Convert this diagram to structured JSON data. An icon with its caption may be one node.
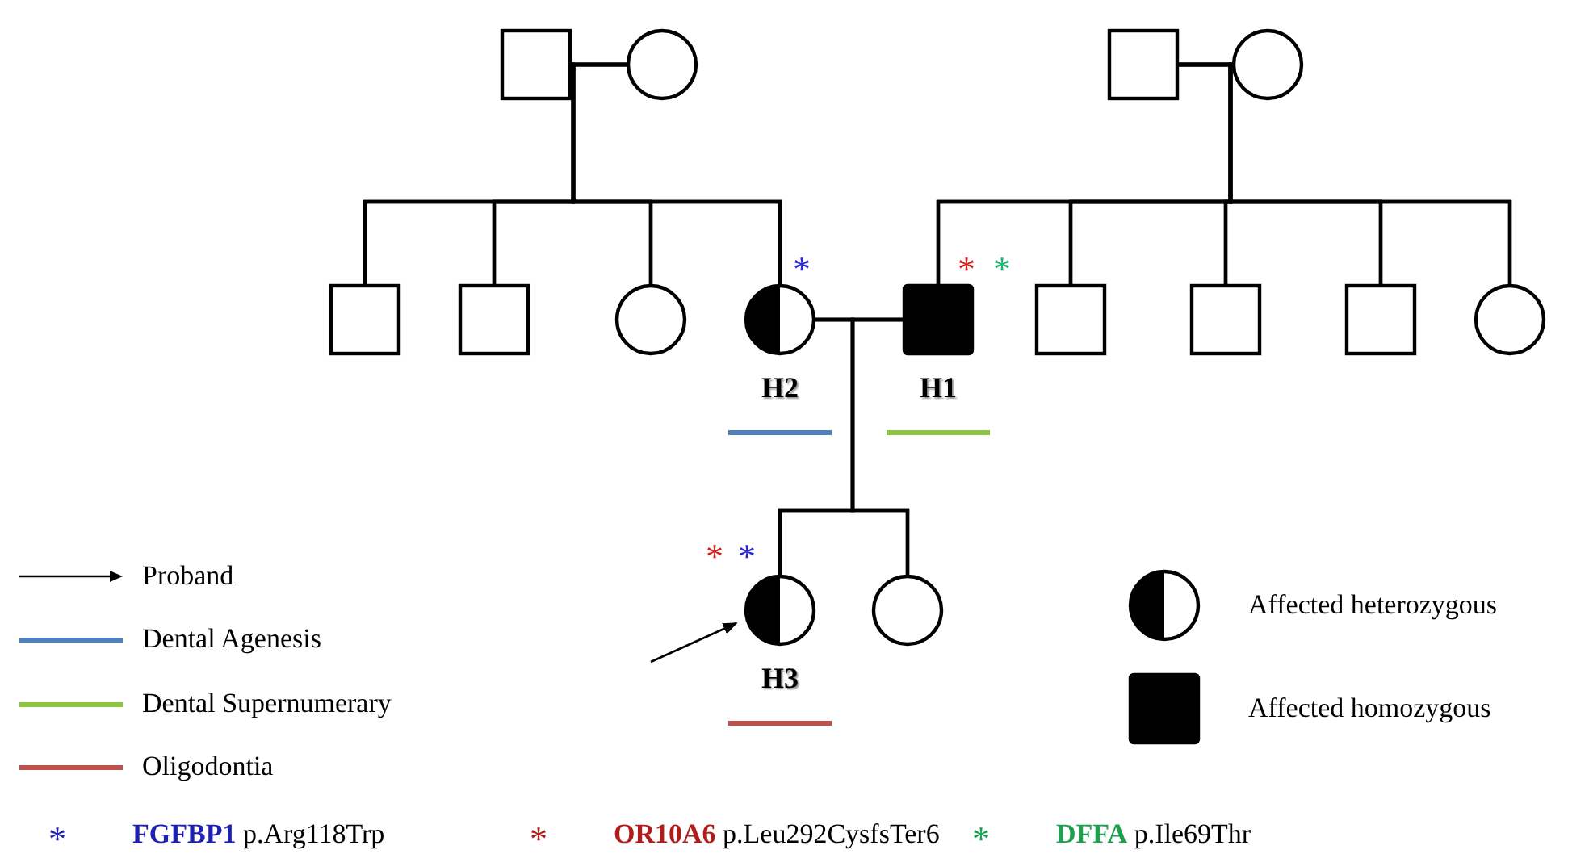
{
  "diagram": {
    "nodes": [
      {
        "text": [],
        "shape": "box"
      },
      {
        "text": [],
        "shape": "circle"
      },
      {
        "text": [],
        "shape": "box"
      },
      {
        "text": [],
        "shape": "circle"
      },
      {
        "text": [],
        "shape": "box"
      },
      {
        "text": [],
        "shape": "box"
      },
      {
        "text": [],
        "shape": "circle"
      },
      {
        "text": [
          "H2"
        ],
        "beside": [
          "*"
        ]
      },
      {
        "text": [
          "H1"
        ],
        "beside": [
          "*",
          "*"
        ]
      },
      {
        "text": [],
        "shape": "box"
      },
      {
        "text": [],
        "shape": "box"
      },
      {
        "text": [],
        "shape": "box"
      },
      {
        "text": [],
        "shape": "circle"
      },
      {
        "text": [
          "H3"
        ],
        "beside": [
          "*",
          "*"
        ]
      },
      {
        "text": [],
        "shape": "circle"
      },
      {
        "text": [
          "Affected heterozygous"
        ]
      },
      {
        "text": [
          "Affected homozygous"
        ]
      }
    ],
    "edges": [
      {
        "from": 0,
        "to": 1,
        "arrow": "none"
      },
      {
        "from": 0,
        "to": 4,
        "arrow": "none"
      },
      {
        "from": 1,
        "to": 4,
        "arrow": "none"
      },
      {
        "from": 0,
        "to": 5,
        "arrow": "none"
      },
      {
        "from": 1,
        "to": 5,
        "arrow": "none"
      },
      {
        "from": 0,
        "to": 6,
        "arrow": "none"
      },
      {
        "from": 1,
        "to": 6,
        "arrow": "none"
      },
      {
        "from": 0,
        "to": 7,
        "arrow": "none"
      },
      {
        "from": 1,
        "to": 7,
        "arrow": "none"
      },
      {
        "from": 2,
        "to": 3,
        "arrow": "none"
      },
      {
        "from": 2,
        "to": 8,
        "arrow": "none"
      },
      {
        "from": 3,
        "to": 8,
        "arrow": "none"
      },
      {
        "from": 2,
        "to": 9,
        "arrow": "none"
      },
      {
        "from": 3,
        "to": 9,
        "arrow": "none"
      },
      {
        "from": 2,
        "to": 10,
        "arrow": "none"
      },
      {
        "from": 3,
        "to": 10,
        "arrow": "none"
      },
      {
        "from": 2,
        "to": 11,
        "arrow": "none"
      },
      {
        "from": 3,
        "to": 11,
        "arrow": "none"
      },
      {
        "from": 2,
        "to": 12,
        "arrow": "none"
      },
      {
        "from": 3,
        "to": 12,
        "arrow": "none"
      },
      {
        "from": 7,
        "to": 8,
        "arrow": "none"
      },
      {
        "from": 7,
        "to": 13,
        "arrow": "none"
      },
      {
        "from": 8,
        "to": 13,
        "arrow": "none"
      },
      {
        "from": 7,
        "to": 14,
        "arrow": "none"
      },
      {
        "from": 8,
        "to": 14,
        "arrow": "none"
      },
      {
        "from": null,
        "to": 13,
        "arrow": "to"
      }
    ],
    "legend": [
      {
        "text": "Proband"
      },
      {
        "text": "Dental Agenesis",
        "color": "#4f81bd"
      },
      {
        "text": "Dental Supernumerary",
        "color": "#8cc63f"
      },
      {
        "text": "Oligodontia",
        "color": "#c0504d"
      },
      {
        "text": "**FGFBP1** p.Arg118Trp",
        "color": "#1f1fb0"
      },
      {
        "text": "**OR10A6** p.Leu292CysfsTer6",
        "color": "#b01c1c"
      },
      {
        "text": "**DFFA** p.Ile69Thr",
        "color": "#1ea050"
      }
    ]
  }
}
